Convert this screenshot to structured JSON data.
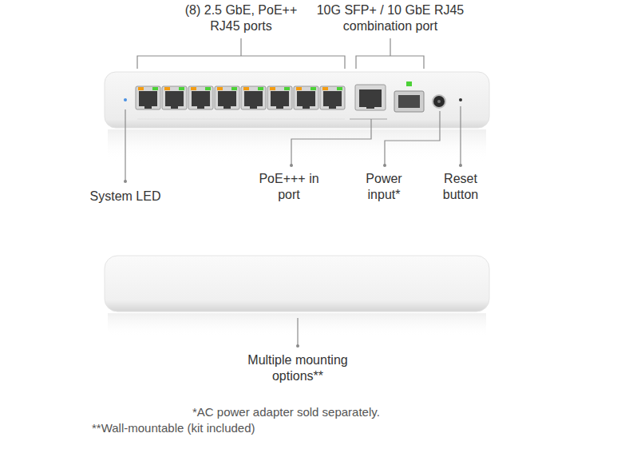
{
  "diagram": {
    "labels": [
      "(8) 2.5 GbE, PoE++ RJ45 ports",
      "10G SFP+ / 10 GbE RJ45 combination port",
      "System LED",
      "PoE+++ in port",
      "Power input*",
      "Reset button",
      "Multiple mounting options**",
      "*AC power adapter sold separately.",
      "**Wall-mountable (kit included)"
    ]
  }
}
